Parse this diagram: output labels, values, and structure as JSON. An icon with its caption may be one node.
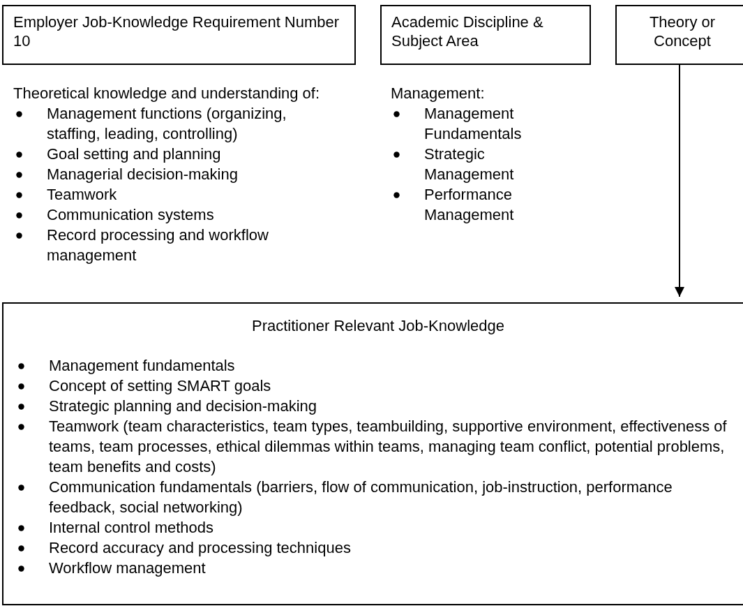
{
  "diagram": {
    "nodes": [
      {
        "text": [
          "Employer Job-Knowledge Requirement Number 10"
        ],
        "beside": [
          "Theoretical knowledge and understanding of:",
          "Management functions (organizing, staffing, leading, controlling)",
          "Goal setting and planning",
          "Managerial decision-making",
          "Teamwork",
          "Communication systems",
          "Record processing and workflow management"
        ]
      },
      {
        "text": [
          "Academic Discipline & Subject Area"
        ],
        "beside": [
          "Management:",
          "Management Fundamentals",
          "Strategic Management",
          "Performance Management"
        ]
      },
      {
        "text": [
          "Theory or Concept"
        ]
      },
      {
        "text": [
          "Practitioner Relevant Job-Knowledge",
          "Management fundamentals",
          "Concept of setting SMART goals",
          "Strategic planning and decision-making",
          "Teamwork (team characteristics, team types, teambuilding, supportive environment, effectiveness of teams, team processes, ethical dilemmas within teams, managing team conflict, potential problems, team  benefits and costs)",
          "Communication fundamentals (barriers, flow of communication, job-instruction,  performance feedback, social networking)",
          "Internal control methods",
          "Record accuracy and processing techniques",
          "Workflow management"
        ]
      }
    ],
    "edges": [
      {
        "from": 2,
        "to": 3,
        "arrow": "to"
      }
    ]
  }
}
